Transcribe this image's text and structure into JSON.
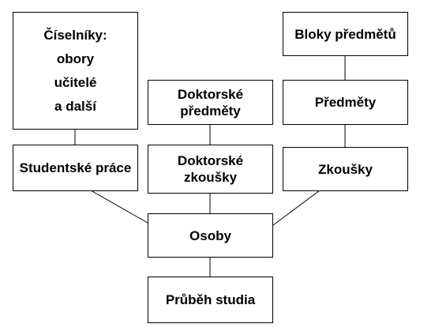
{
  "diagram": {
    "nodes": {
      "ciselniky": {
        "lines": [
          "Číselníky:",
          "obory",
          "učitelé",
          "a další"
        ]
      },
      "studentske_prace": {
        "label": "Studentské práce"
      },
      "doktorske_predmety": {
        "lines": [
          "Doktorské",
          "předměty"
        ]
      },
      "doktorske_zkousky": {
        "lines": [
          "Doktorské",
          "zkoušky"
        ]
      },
      "bloky_predmetu": {
        "label": "Bloky předmětů"
      },
      "predmety": {
        "label": "Předměty"
      },
      "zkousky": {
        "label": "Zkoušky"
      },
      "osoby": {
        "label": "Osoby"
      },
      "prubeh_studia": {
        "label": "Průběh studia"
      }
    },
    "colors": {
      "line": "#000000",
      "box_border": "#000000",
      "background": "#ffffff"
    }
  }
}
